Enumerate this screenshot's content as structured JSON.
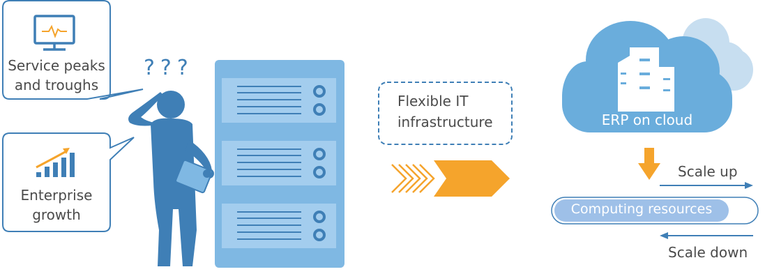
{
  "callouts": {
    "service": {
      "line1": "Service peaks",
      "line2": "and troughs",
      "icon": "monitor-pulse-icon"
    },
    "growth": {
      "line1": "Enterprise",
      "line2": "growth",
      "icon": "growth-chart-icon"
    }
  },
  "confusion_marks": "???",
  "middle": {
    "line1": "Flexible IT",
    "line2": "infrastructure"
  },
  "cloud": {
    "label": "ERP on cloud",
    "icon": "building-icon"
  },
  "resources": {
    "label": "Computing resources",
    "scale_up": "Scale up",
    "scale_down": "Scale down"
  },
  "colors": {
    "blue_dark": "#3f7fb6",
    "blue_mid": "#5f9fd4",
    "server": "#7fb8e3",
    "cloud": "#6aaddc",
    "cloud_back": "#c7def0",
    "orange": "#f5a42c",
    "text": "#4b4b4b"
  }
}
